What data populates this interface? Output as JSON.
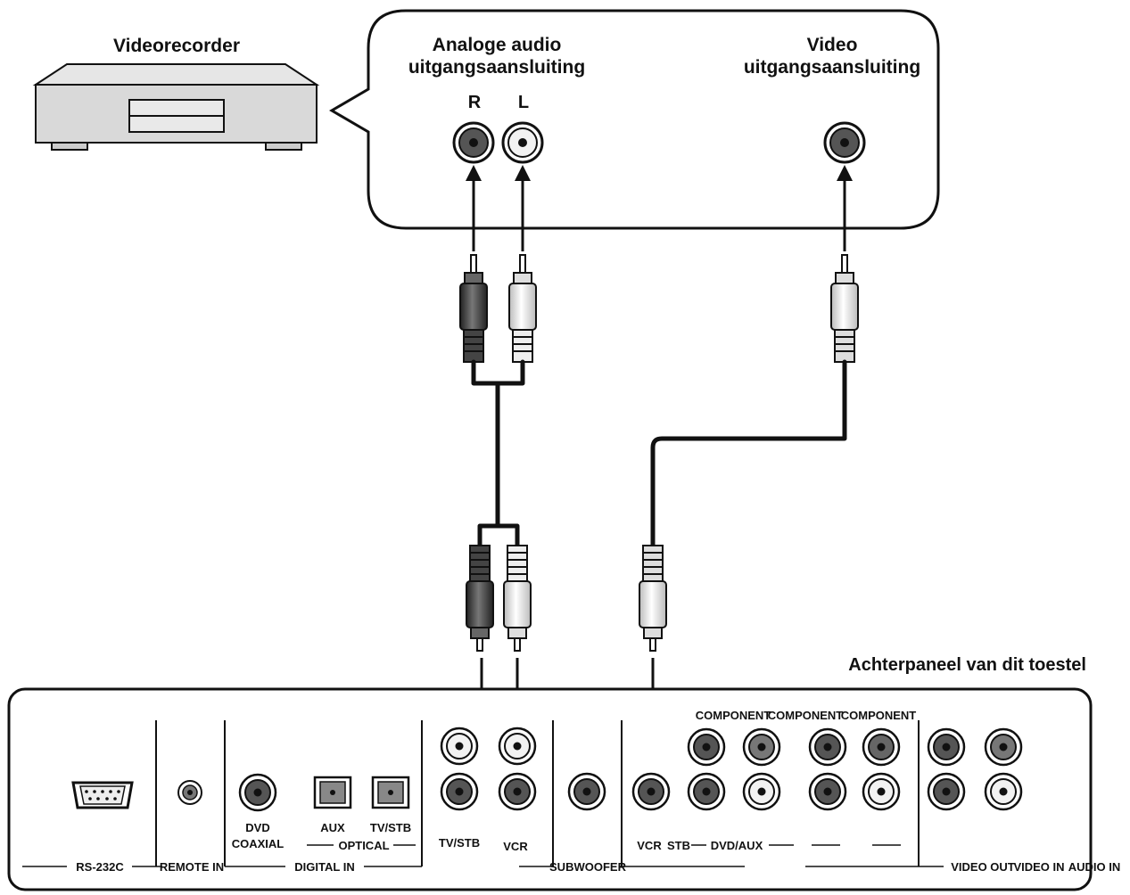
{
  "device": {
    "label": "Videorecorder",
    "callout": {
      "audio_title_line1": "Analoge audio",
      "audio_title_line2": "uitgangsaansluiting",
      "right_label": "R",
      "left_label": "L",
      "video_title_line1": "Video",
      "video_title_line2": "uitgangsaansluiting"
    }
  },
  "panel": {
    "title": "Achterpaneel van dit toestel",
    "component_labels": [
      "COMPONENT",
      "COMPONENT",
      "COMPONENT"
    ],
    "labels": {
      "rs232c": "RS-232C",
      "remote_in": "REMOTE IN",
      "dvd": "DVD",
      "coaxial": "COAXIAL",
      "aux": "AUX",
      "tv_stb_optical": "TV/STB",
      "optical": "OPTICAL",
      "digital_in": "DIGITAL IN",
      "tv_stb": "TV/STB",
      "vcr": "VCR",
      "subwoofer": "SUBWOOFER",
      "vcr_video": "VCR",
      "stb": "STB",
      "dvd_aux": "DVD/AUX",
      "video_out": "VIDEO OUT",
      "video_in": "VIDEO IN",
      "audio_in": "AUDIO IN"
    }
  },
  "colors": {
    "line": "#111111",
    "dark_plug": "#3a3a3a",
    "light_plug": "#e8e8e8",
    "device_body": "#d9d9d9"
  }
}
